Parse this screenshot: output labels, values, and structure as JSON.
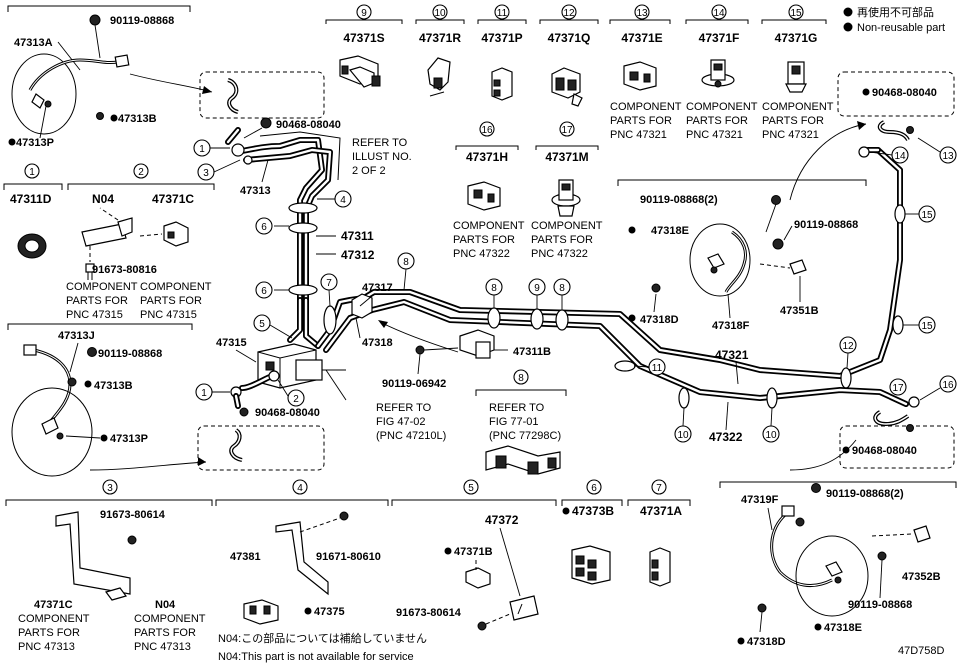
{
  "legend": {
    "jp": "再使用不可部品",
    "en": "Non-reusable part"
  },
  "diagram_code": "47D758D",
  "footnotes": {
    "jp": "N04:この部品については補給していません",
    "en": "N04:This part is not available for service"
  },
  "index_boxes": [
    {
      "num": "9",
      "part": "47371S"
    },
    {
      "num": "10",
      "part": "47371R"
    },
    {
      "num": "11",
      "part": "47371P"
    },
    {
      "num": "12",
      "part": "47371Q"
    },
    {
      "num": "13",
      "part": "47371E"
    },
    {
      "num": "14",
      "part": "47371F"
    },
    {
      "num": "15",
      "part": "47371G"
    },
    {
      "num": "16",
      "part": "47371H"
    },
    {
      "num": "17",
      "part": "47371M"
    },
    {
      "num": "1",
      "part": "47311D"
    },
    {
      "num": "6",
      "part": "47373B"
    },
    {
      "num": "7",
      "part": "47371A"
    }
  ],
  "component_notes": {
    "n13": [
      "COMPONENT",
      "PARTS FOR",
      "PNC 47321"
    ],
    "n14": [
      "COMPONENT",
      "PARTS FOR",
      "PNC 47321"
    ],
    "n15": [
      "COMPONENT",
      "PARTS FOR",
      "PNC 47321"
    ],
    "n16": [
      "COMPONENT",
      "PARTS FOR",
      "PNC 47322"
    ],
    "n17": [
      "COMPONENT",
      "PARTS FOR",
      "PNC 47322"
    ],
    "n2a": [
      "COMPONENT",
      "PARTS FOR",
      "PNC 47315"
    ],
    "n2b": [
      "COMPONENT",
      "PARTS FOR",
      "PNC 47315"
    ],
    "n3a": [
      "COMPONENT",
      "PARTS FOR",
      "PNC 47313"
    ],
    "n3b": [
      "COMPONENT",
      "PARTS FOR",
      "PNC 47313"
    ]
  },
  "refer_notes": {
    "illust": [
      "REFER TO",
      "ILLUST NO.",
      "2 OF 2"
    ],
    "fig47": [
      "REFER TO",
      "FIG 47-02",
      "(PNC 47210L)"
    ],
    "fig77": [
      "REFER TO",
      "FIG 77-01",
      "(PNC 77298C)"
    ]
  },
  "box_numbers": {
    "b2": "2",
    "b3": "3",
    "b4": "4",
    "b5": "5",
    "b8": "8"
  },
  "labels": {
    "p90119_08868_top": "90119-08868",
    "p47313A": "47313A",
    "p47313B_top": "47313B",
    "p47313P_top": "47313P",
    "p90468_08040_a": "90468-08040",
    "p47313": "47313",
    "p47311": "47311",
    "p47312": "47312",
    "p47317": "47317",
    "p47318": "47318",
    "p47311B": "47311B",
    "p90119_06942": "90119-06942",
    "p47315": "47315",
    "p90468_08040_b": "90468-08040",
    "pN04_2": "N04",
    "p47371C_2": "47371C",
    "p91673_80816": "91673-80816",
    "p47313J": "47313J",
    "p90119_08868_mid": "90119-08868",
    "p47313B_mid": "47313B",
    "p47313P_mid": "47313P",
    "p90468_08040_c": "90468-08040",
    "p90119_08868_2a": "90119-08868(2)",
    "p47318E_a": "47318E",
    "p90119_08868_r": "90119-08868",
    "p47318D_a": "47318D",
    "p47318F": "47318F",
    "p47351B": "47351B",
    "p47321": "47321",
    "p47322": "47322",
    "p90468_08040_d": "90468-08040",
    "p47319F": "47319F",
    "p90119_08868_2b": "90119-08868(2)",
    "p47352B": "47352B",
    "p90119_08868_b": "90119-08868",
    "p47318D_b": "47318D",
    "p47318E_b": "47318E",
    "p91673_80614_3": "91673-80614",
    "p47371C_3": "47371C",
    "pN04_3": "N04",
    "p47381": "47381",
    "p91671_80610": "91671-80610",
    "p47375": "47375",
    "p47372": "47372",
    "p47371B": "47371B",
    "p91673_80614_5": "91673-80614"
  },
  "callouts": [
    {
      "id": "c1a",
      "n": "1"
    },
    {
      "id": "c3a",
      "n": "3"
    },
    {
      "id": "c4a",
      "n": "4"
    },
    {
      "id": "c6a",
      "n": "6"
    },
    {
      "id": "c6b",
      "n": "6"
    },
    {
      "id": "c7a",
      "n": "7"
    },
    {
      "id": "c8a",
      "n": "8"
    },
    {
      "id": "c8b",
      "n": "8"
    },
    {
      "id": "c9a",
      "n": "9"
    },
    {
      "id": "c8c",
      "n": "8"
    },
    {
      "id": "c5a",
      "n": "5"
    },
    {
      "id": "c1b",
      "n": "1"
    },
    {
      "id": "c2a",
      "n": "2"
    },
    {
      "id": "c11a",
      "n": "11"
    },
    {
      "id": "c10a",
      "n": "10"
    },
    {
      "id": "c10b",
      "n": "10"
    },
    {
      "id": "c12a",
      "n": "12"
    },
    {
      "id": "c17a",
      "n": "17"
    },
    {
      "id": "c16a",
      "n": "16"
    },
    {
      "id": "c15a",
      "n": "15"
    },
    {
      "id": "c15b",
      "n": "15"
    },
    {
      "id": "c14a",
      "n": "14"
    },
    {
      "id": "c13a",
      "n": "13"
    }
  ]
}
